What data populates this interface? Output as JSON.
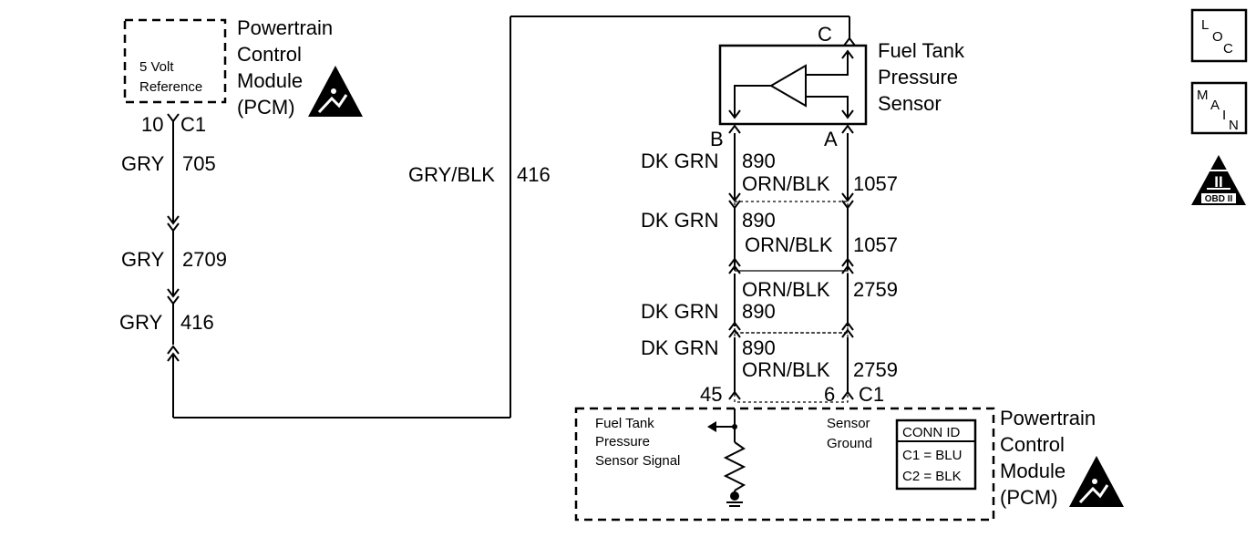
{
  "pcm_top": {
    "name_lines": [
      "Powertrain",
      "Control",
      "Module",
      "(PCM)"
    ],
    "ref_lines": [
      "5 Volt",
      "Reference"
    ],
    "pin": "10",
    "connector": "C1"
  },
  "left_wires": [
    {
      "color": "GRY",
      "circuit": "705"
    },
    {
      "color": "GRY",
      "circuit": "2709"
    },
    {
      "color": "GRY",
      "circuit": "416"
    }
  ],
  "mid_wire": {
    "color": "GRY/BLK",
    "circuit": "416"
  },
  "sensor": {
    "name_lines": [
      "Fuel Tank",
      "Pressure",
      "Sensor"
    ],
    "pin_c": "C",
    "pin_b": "B",
    "pin_a": "A"
  },
  "sensor_wires": {
    "seg1": {
      "b_color": "DK GRN",
      "b_circuit": "890",
      "a_color": "ORN/BLK",
      "a_circuit": "1057"
    },
    "seg2": {
      "b_color": "DK GRN",
      "b_circuit": "890",
      "a_color": "ORN/BLK",
      "a_circuit": "1057"
    },
    "seg3": {
      "a_color": "ORN/BLK",
      "a_circuit": "2759",
      "b_color": "DK GRN",
      "b_circuit": "890"
    },
    "seg4": {
      "b_color": "DK GRN",
      "b_circuit": "890",
      "a_color": "ORN/BLK",
      "a_circuit": "2759"
    }
  },
  "pcm_bottom": {
    "pin_left": "45",
    "pin_right": "6",
    "connector": "C1",
    "signal_lines": [
      "Fuel Tank",
      "Pressure",
      "Sensor Signal"
    ],
    "ground_lines": [
      "Sensor",
      "Ground"
    ],
    "conn_id_title": "CONN ID",
    "conn_id_c1": "C1 = BLU",
    "conn_id_c2": "C2 = BLK",
    "name_lines": [
      "Powertrain",
      "Control",
      "Module",
      "(PCM)"
    ]
  },
  "nav": {
    "loc": [
      "L",
      "O",
      "C"
    ],
    "main": [
      "M",
      "A",
      "I",
      "N"
    ],
    "obd_numeral": "II",
    "obd_label": "OBD II"
  }
}
